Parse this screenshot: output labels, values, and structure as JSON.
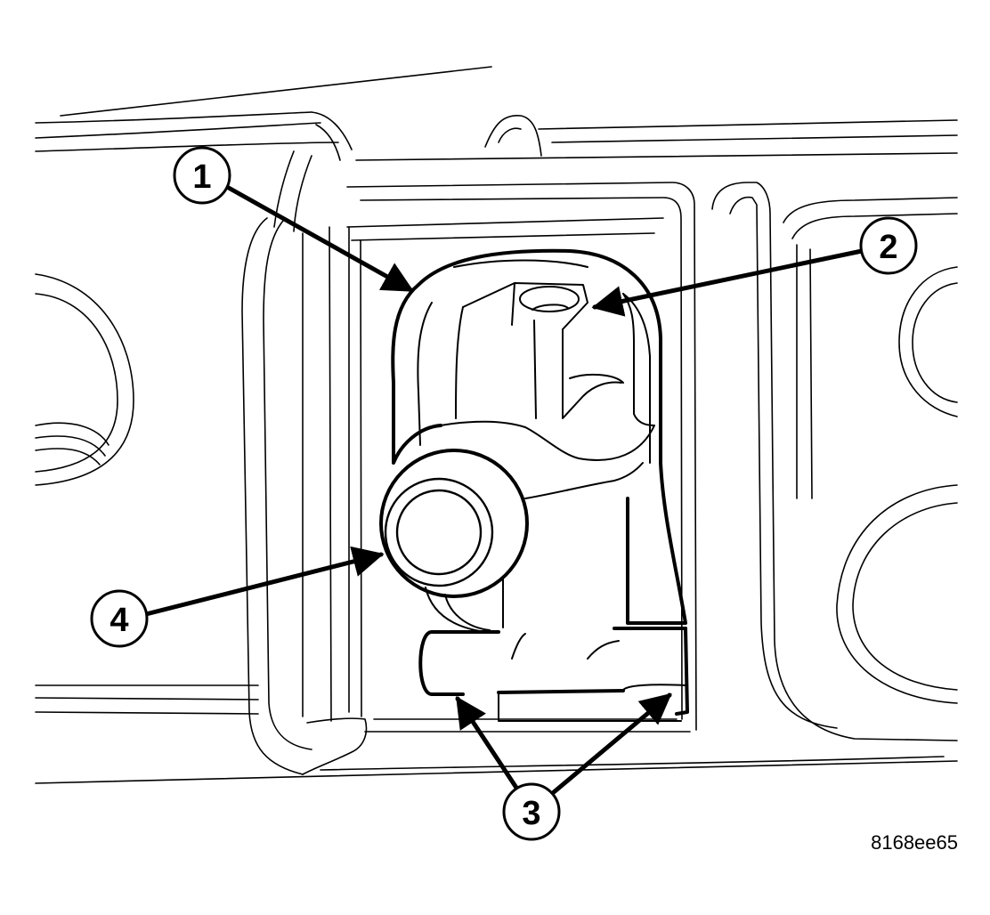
{
  "diagram": {
    "figure_id": "8168ee65",
    "callouts": [
      {
        "id": "callout-1",
        "label": "1"
      },
      {
        "id": "callout-2",
        "label": "2"
      },
      {
        "id": "callout-3",
        "label": "3"
      },
      {
        "id": "callout-4",
        "label": "4"
      }
    ],
    "line_color": "#000000",
    "background": "#ffffff"
  }
}
